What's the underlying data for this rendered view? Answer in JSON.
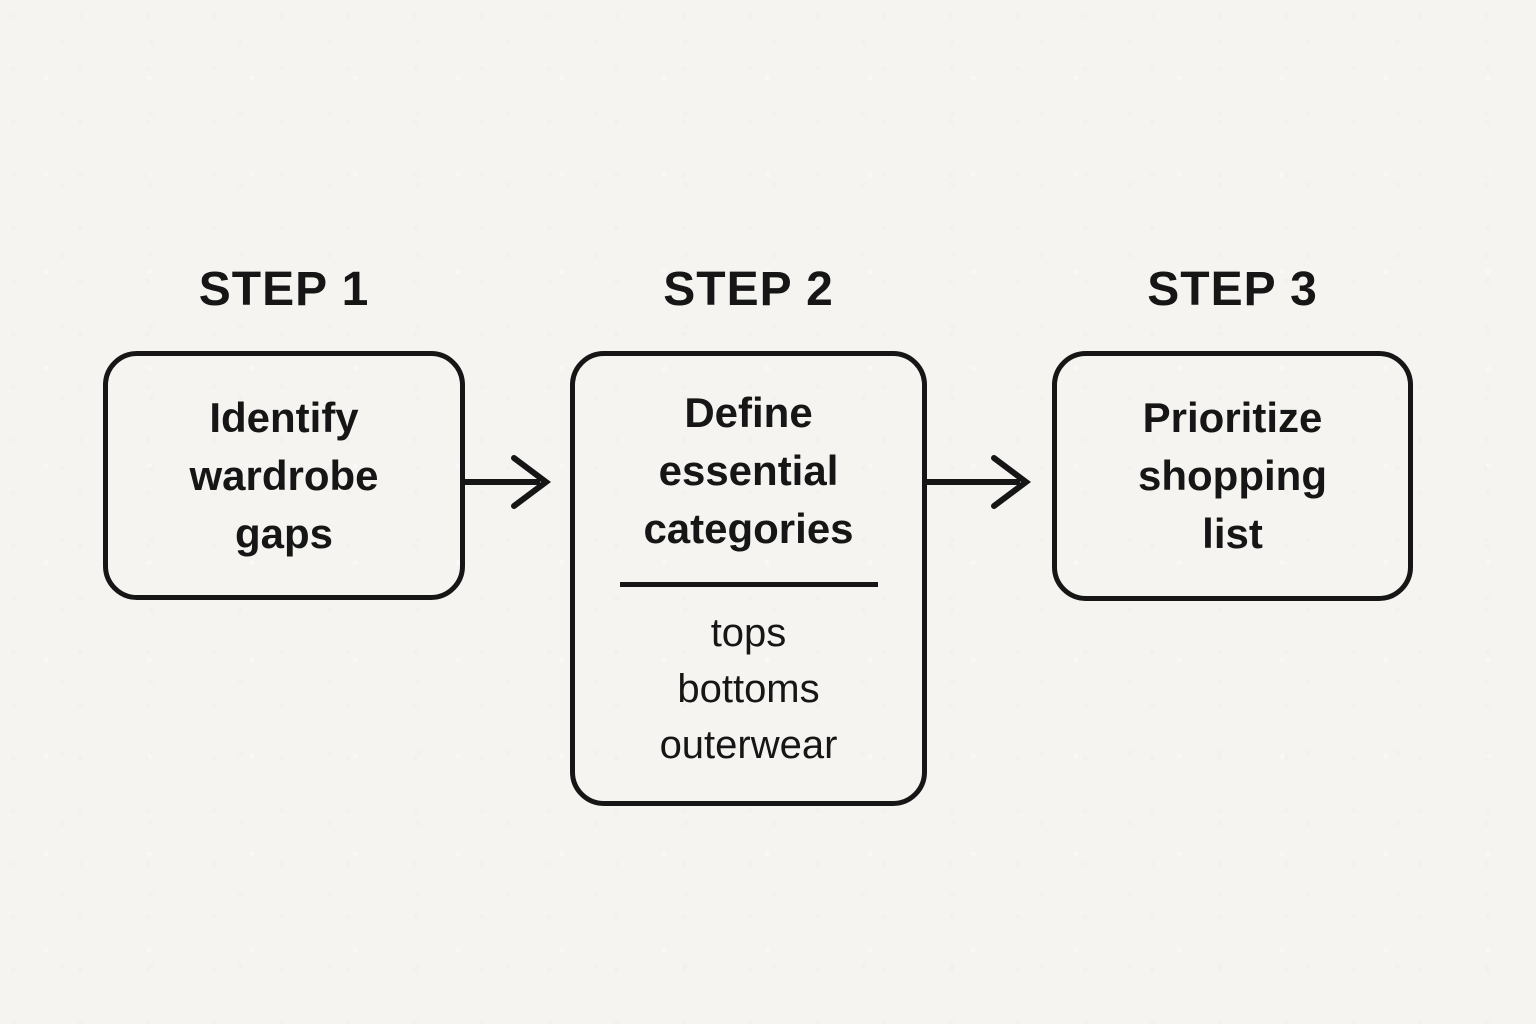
{
  "colors": {
    "background": "#f5f4f0",
    "line": "#161616",
    "text": "#161616"
  },
  "steps": [
    {
      "title": "STEP 1",
      "box_lines": [
        "Identify",
        "wardrobe",
        "gaps"
      ]
    },
    {
      "title": "STEP 2",
      "box_lines": [
        "Define",
        "essential",
        "categories"
      ],
      "sub_items": [
        "tops",
        "bottoms",
        "outerwear"
      ]
    },
    {
      "title": "STEP 3",
      "box_lines": [
        "Prioritize",
        "shopping",
        "list"
      ]
    }
  ],
  "arrows": [
    {
      "name": "arrow-step1-step2",
      "direction": "right"
    },
    {
      "name": "arrow-step2-step3",
      "direction": "right"
    }
  ]
}
